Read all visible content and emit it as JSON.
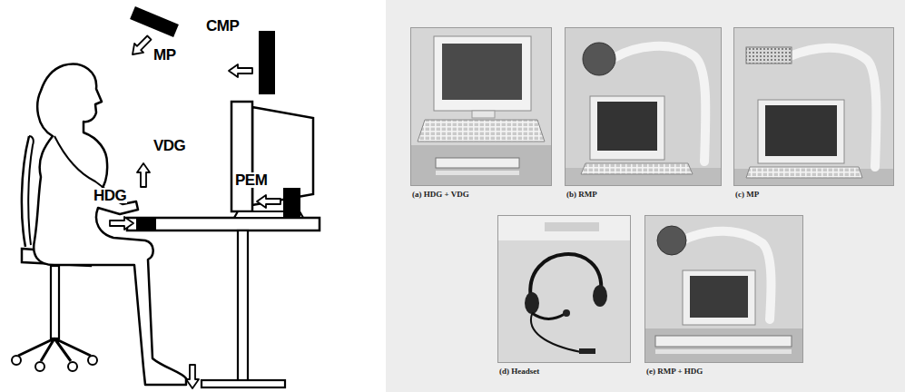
{
  "diagram": {
    "nodes": [
      {
        "text": [
          "(a) HDG + VDG"
        ]
      },
      {
        "text": [
          "(b) RMP"
        ]
      },
      {
        "text": [
          "(c) MP"
        ]
      },
      {
        "text": [
          "(d) Headset"
        ]
      },
      {
        "text": [
          "(e) RMP + HDG"
        ]
      }
    ],
    "labels": [
      "MP",
      "CMP",
      "VDG",
      "HDG",
      "PEM"
    ]
  }
}
